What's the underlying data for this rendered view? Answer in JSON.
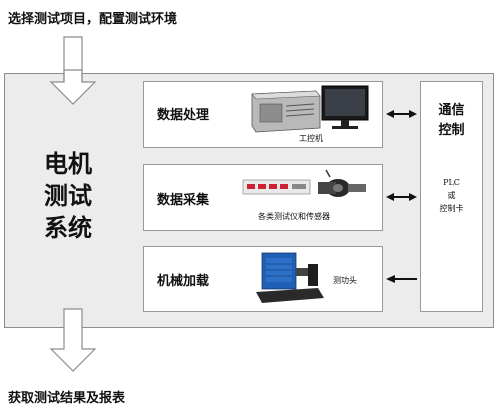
{
  "caption_top": "选择测试项目，配置测试环境",
  "caption_bottom": "获取测试结果及报表",
  "system_title": [
    "电机",
    "测试",
    "系统"
  ],
  "modules": [
    {
      "label": "数据处理",
      "device": "工控机"
    },
    {
      "label": "数据采集",
      "device": "各类测试仪和传感器"
    },
    {
      "label": "机械加载",
      "device": "测功头"
    }
  ],
  "comm": {
    "title": [
      "通信",
      "控制"
    ],
    "sub": [
      "PLC",
      "或",
      "控制卡"
    ]
  },
  "colors": {
    "panel": "#ececec",
    "arrow_fill": "#ffffff",
    "dynamometer": "#1f5fb4"
  }
}
